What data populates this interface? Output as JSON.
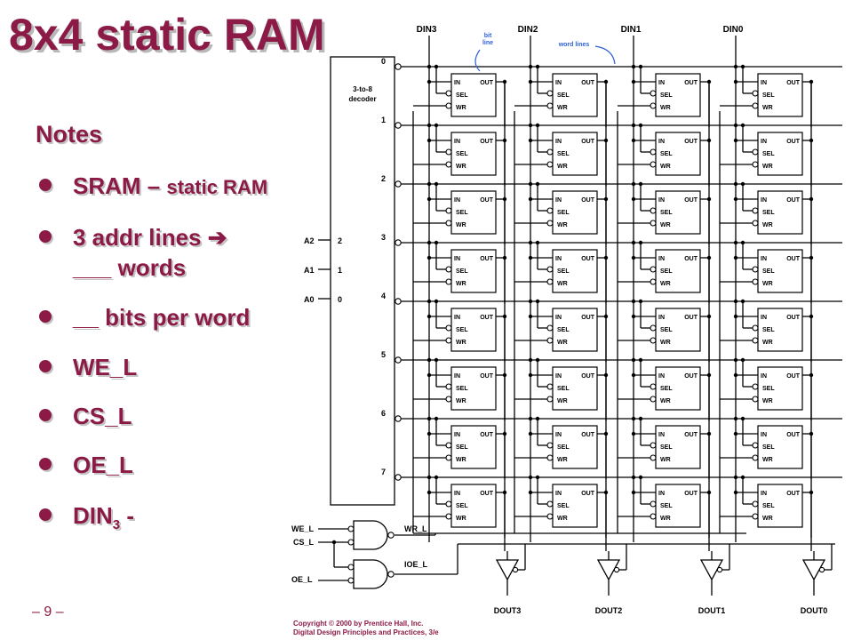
{
  "slide": {
    "title": "8x4 static RAM",
    "notes_heading": "Notes",
    "notes": [
      {
        "text": "SRAM – ",
        "small": "static RAM"
      },
      {
        "text": "3 addr lines ",
        "arrow": "➔",
        "line2": "___ words"
      },
      {
        "text": "__ bits per word"
      },
      {
        "text": "WE_L"
      },
      {
        "text": "CS_L"
      },
      {
        "text": "OE_L"
      },
      {
        "text": "DIN",
        "sub": "3",
        "after": " -"
      }
    ],
    "page_number": "– 9 –",
    "copyright_line1": "Copyright © 2000 by Prentice Hall, Inc.",
    "copyright_line2": "Digital Design Principles and Practices, 3/e",
    "colors": {
      "accent": "#8c1a46",
      "shadow": "#b8b8b8",
      "wire": "#000000",
      "annotation": "#2f5fd6"
    }
  },
  "diagram": {
    "din_labels": [
      "DIN3",
      "DIN2",
      "DIN1",
      "DIN0"
    ],
    "dout_labels": [
      "DOUT3",
      "DOUT2",
      "DOUT1",
      "DOUT0"
    ],
    "decoder": {
      "title_line1": "3-to-8",
      "title_line2": "decoder",
      "outputs": [
        "0",
        "1",
        "2",
        "3",
        "4",
        "5",
        "6",
        "7"
      ],
      "input_pins": [
        "2",
        "1",
        "0"
      ],
      "address_labels": [
        "A2",
        "A1",
        "A0"
      ]
    },
    "cell": {
      "in": "IN",
      "out": "OUT",
      "sel": "SEL",
      "wr": "WR"
    },
    "annotations": {
      "bit_line": [
        "bit",
        "line"
      ],
      "word_line": "word lines"
    },
    "control_inputs": [
      "WE_L",
      "CS_L",
      "OE_L"
    ],
    "gate_outputs": [
      "WR_L",
      "IOE_L"
    ]
  }
}
